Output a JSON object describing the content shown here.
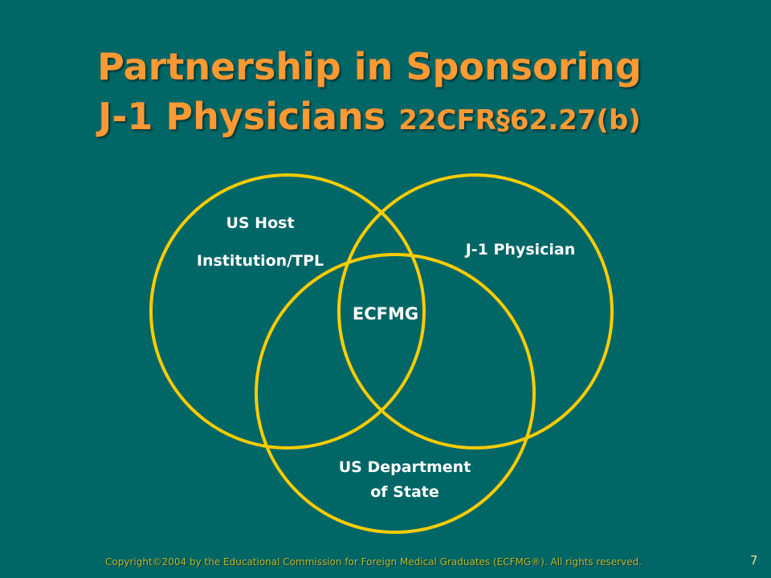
{
  "title": {
    "line1": "Partnership in Sponsoring",
    "line2_main": "J-1 Physicians ",
    "line2_citation": "22CFR§62.27(b)"
  },
  "venn": {
    "circles": [
      {
        "id": "host",
        "label_lines": [
          "US Host",
          "Institution/TPL"
        ]
      },
      {
        "id": "physician",
        "label_lines": [
          "J-1 Physician"
        ]
      },
      {
        "id": "state",
        "label_lines": [
          "US Department",
          "of State"
        ]
      }
    ],
    "center_label": "ECFMG",
    "stroke_color": "#FFCC00"
  },
  "footer": {
    "copyright": "Copyright©2004 by the Educational Commission for Foreign Medical Graduates (ECFMG®).  All rights reserved.",
    "page_number": "7"
  },
  "colors": {
    "background": "#006666",
    "title": "#FF9933",
    "label": "#FFFFFF"
  }
}
